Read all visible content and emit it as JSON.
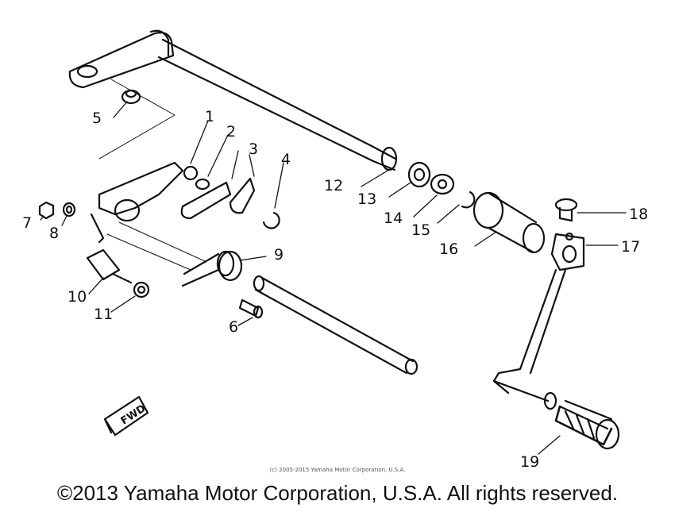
{
  "diagram": {
    "callouts": [
      "1",
      "2",
      "3",
      "4",
      "5",
      "6",
      "7",
      "8",
      "9",
      "10",
      "11",
      "12",
      "13",
      "14",
      "15",
      "16",
      "17",
      "18",
      "19"
    ],
    "fwd_label": "FWD",
    "fine_print": "(c) 2005-2015 Yamaha Motor Corporation, U.S.A.",
    "copyright": "©2013 Yamaha Motor Corporation, U.S.A. All rights reserved."
  },
  "colors": {
    "ink": "#111111",
    "background": "#ffffff"
  }
}
